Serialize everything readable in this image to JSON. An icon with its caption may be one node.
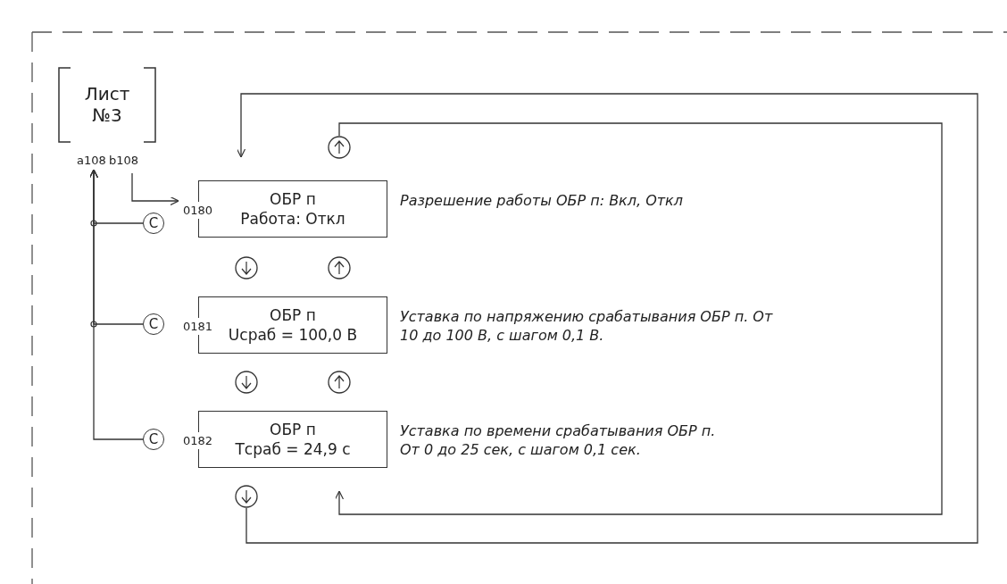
{
  "diagram": {
    "nodes": [
      {
        "text": [
          "Лист №3"
        ]
      },
      {
        "text": [
          "a108"
        ]
      },
      {
        "text": [
          "b108"
        ]
      },
      {
        "text": [],
        "shape": "circle"
      },
      {
        "text": [
          "C"
        ]
      },
      {
        "text": [
          "ОБР п",
          "Работа: Откл"
        ],
        "beside": [
          "0180",
          "Разрешение работы ОБР п: Вкл, Откл"
        ]
      },
      {
        "text": [],
        "shape": "circle"
      },
      {
        "text": [],
        "shape": "circle"
      },
      {
        "text": [
          "C"
        ]
      },
      {
        "text": [
          "ОБР п",
          "Uсраб = 100,0 В"
        ],
        "beside": [
          "0181",
          "Уставка по напряжению срабатывания ОБР п. От 10 до 100 В, с шагом 0,1 В."
        ]
      },
      {
        "text": [],
        "shape": "circle"
      },
      {
        "text": [],
        "shape": "circle"
      },
      {
        "text": [
          "C"
        ]
      },
      {
        "text": [
          "ОБР п",
          "Тсраб = 24,9 с"
        ],
        "beside": [
          "0182",
          "Уставка по времени срабатывания ОБР п. От 0 до 25 сек, с шагом 0,1 сек."
        ]
      },
      {
        "text": [],
        "shape": "circle"
      }
    ],
    "edges": [
      {
        "from": 2,
        "to": 5,
        "arrow": "to"
      },
      {
        "from": 4,
        "to": 1,
        "arrow": "to"
      },
      {
        "from": 8,
        "to": 1,
        "arrow": "to"
      },
      {
        "from": 12,
        "to": 1,
        "arrow": "to"
      },
      {
        "from": 14,
        "to": 5,
        "arrow": "to"
      },
      {
        "from": 3,
        "to": 13,
        "arrow": "to"
      }
    ]
  }
}
